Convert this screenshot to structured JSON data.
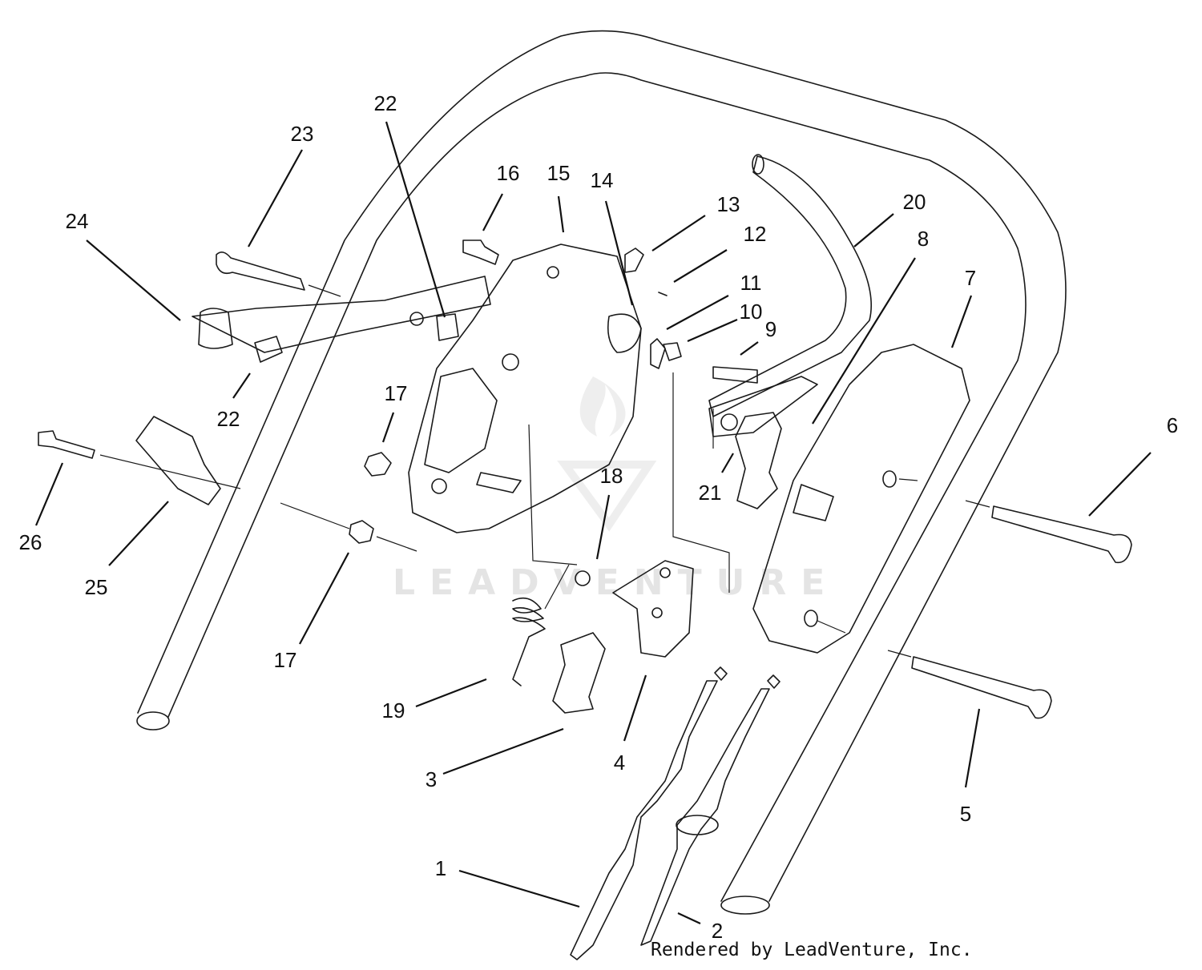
{
  "watermark": "LEADVENTURE",
  "credit": "Rendered by LeadVenture, Inc.",
  "callouts": {
    "c1": "1",
    "c2": "2",
    "c3": "3",
    "c4": "4",
    "c5": "5",
    "c6": "6",
    "c7": "7",
    "c8": "8",
    "c9": "9",
    "c10": "10",
    "c11": "11",
    "c12": "12",
    "c13": "13",
    "c14": "14",
    "c15": "15",
    "c16": "16",
    "c17a": "17",
    "c17b": "17",
    "c18": "18",
    "c19": "19",
    "c20": "20",
    "c21": "21",
    "c22a": "22",
    "c22b": "22",
    "c23": "23",
    "c24": "24",
    "c25": "25",
    "c26": "26"
  }
}
